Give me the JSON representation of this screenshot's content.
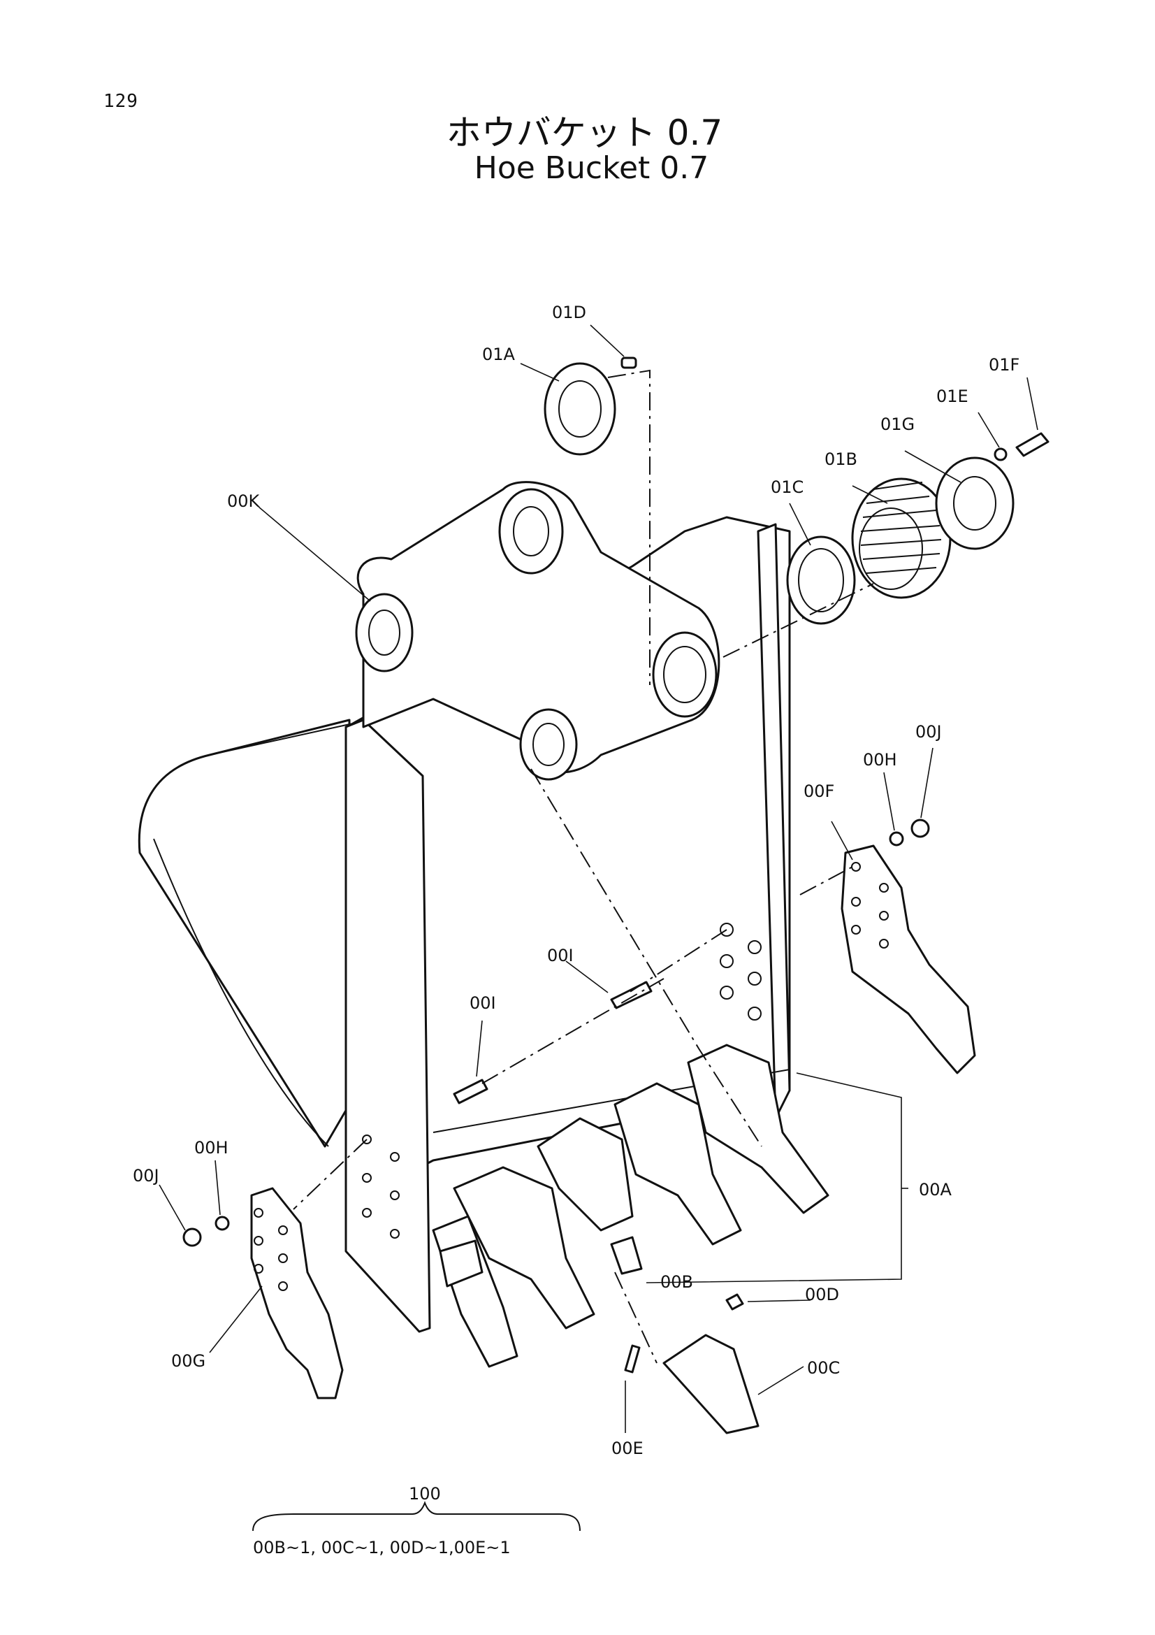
{
  "page_number": "129",
  "title_jp": "ホウバケット 0.7",
  "title_en": "Hoe Bucket 0.7",
  "labels": {
    "01D": "01D",
    "01A": "01A",
    "01F": "01F",
    "01E": "01E",
    "01G": "01G",
    "01B": "01B",
    "01C": "01C",
    "00K": "00K",
    "00J_right": "00J",
    "00H_right": "00H",
    "00F": "00F",
    "00I_upper": "00I",
    "00I_lower": "00I",
    "00H_left": "00H",
    "00J_left": "00J",
    "00A": "00A",
    "00B": "00B",
    "00D": "00D",
    "00G": "00G",
    "00C": "00C",
    "00E": "00E"
  },
  "assembly": {
    "number": "100",
    "contents": "00B~1, 00C~1, 00D~1,00E~1"
  }
}
